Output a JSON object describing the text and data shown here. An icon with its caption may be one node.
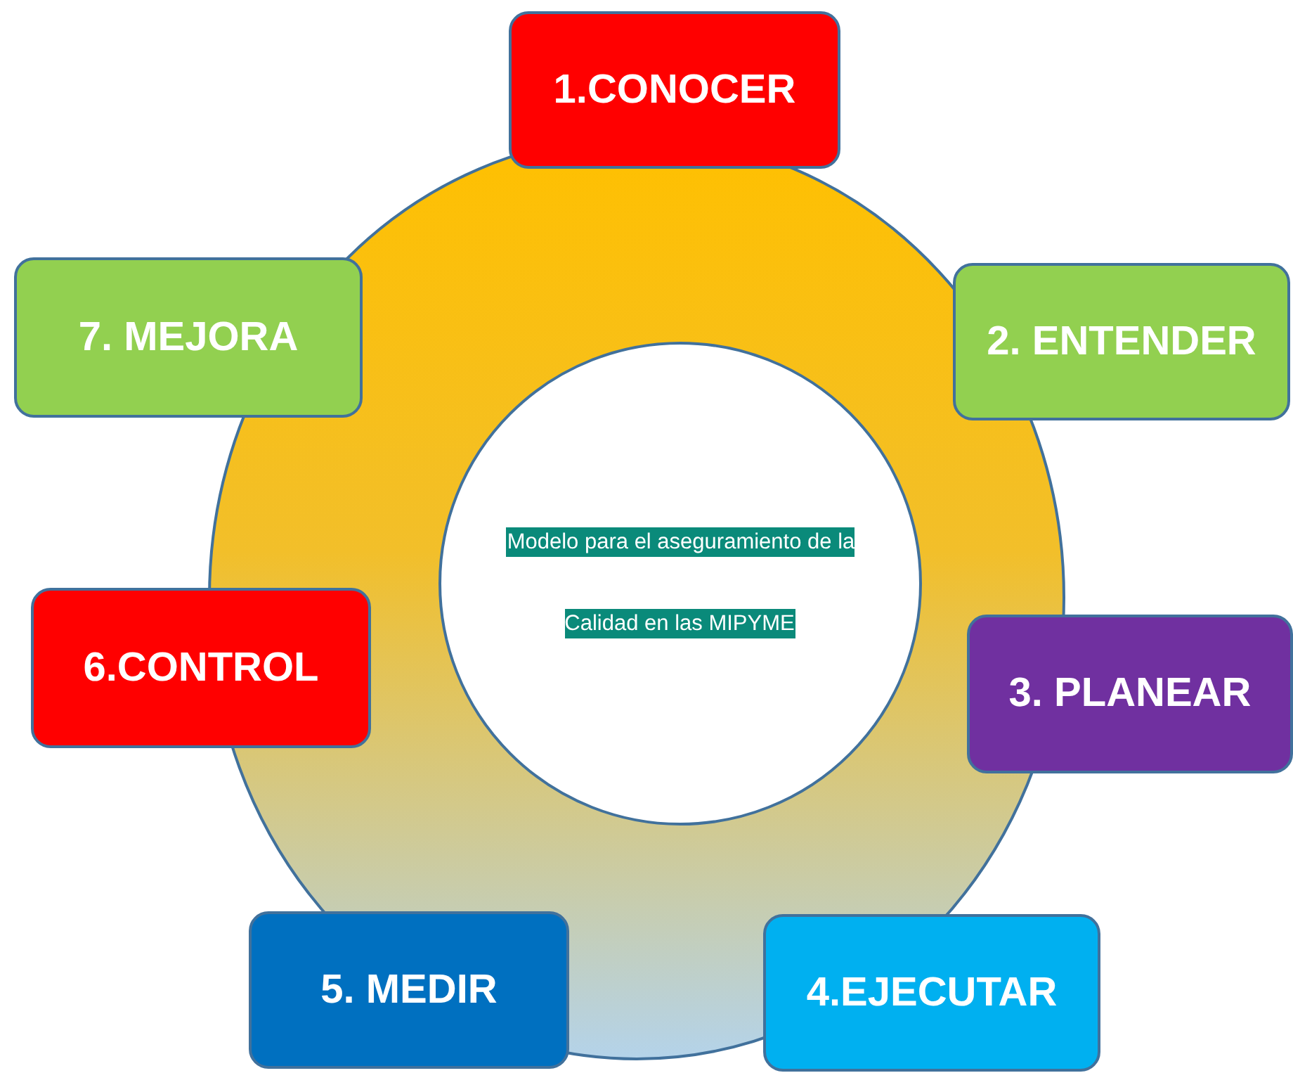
{
  "diagram": {
    "nodes": [
      {
        "text": [],
        "shape": "circle"
      },
      {
        "text": [
          "Modelo para el aseguramiento de la Calidad en las MIPYME"
        ],
        "in": 0
      },
      {
        "text": [
          "1.CONOCER"
        ]
      },
      {
        "text": [
          "2. ENTENDER"
        ]
      },
      {
        "text": [
          "3. PLANEAR"
        ]
      },
      {
        "text": [
          "4.EJECUTAR"
        ]
      },
      {
        "text": [
          "5. MEDIR"
        ]
      },
      {
        "text": [
          "6.CONTROL"
        ]
      },
      {
        "text": [
          "7. MEJORA"
        ]
      }
    ],
    "edges": []
  }
}
